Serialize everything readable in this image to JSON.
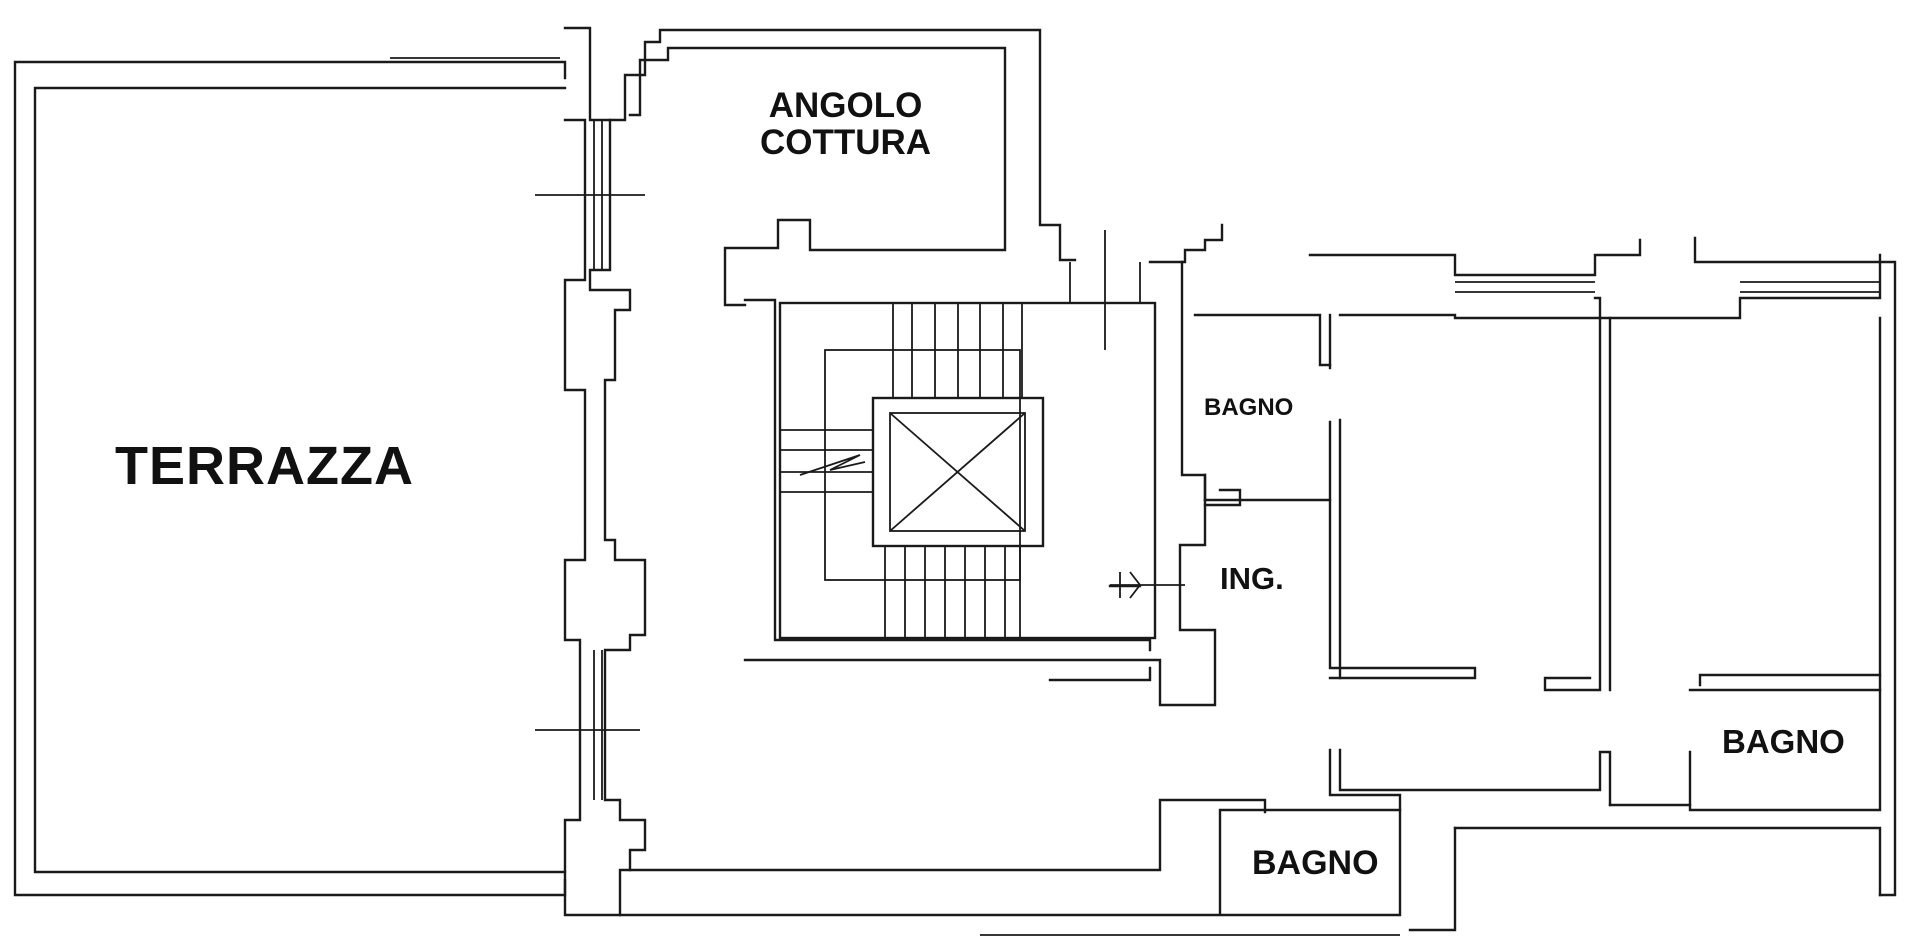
{
  "rooms": {
    "terrazza": "TERRAZZA",
    "angolo_cottura_line1": "ANGOLO",
    "angolo_cottura_line2": "COTTURA",
    "bagno_small": "BAGNO",
    "ingresso": "ING.",
    "bagno_right": "BAGNO",
    "bagno_bottom": "BAGNO"
  },
  "colors": {
    "ink": "#1a1a1a",
    "paper": "#ffffff"
  }
}
